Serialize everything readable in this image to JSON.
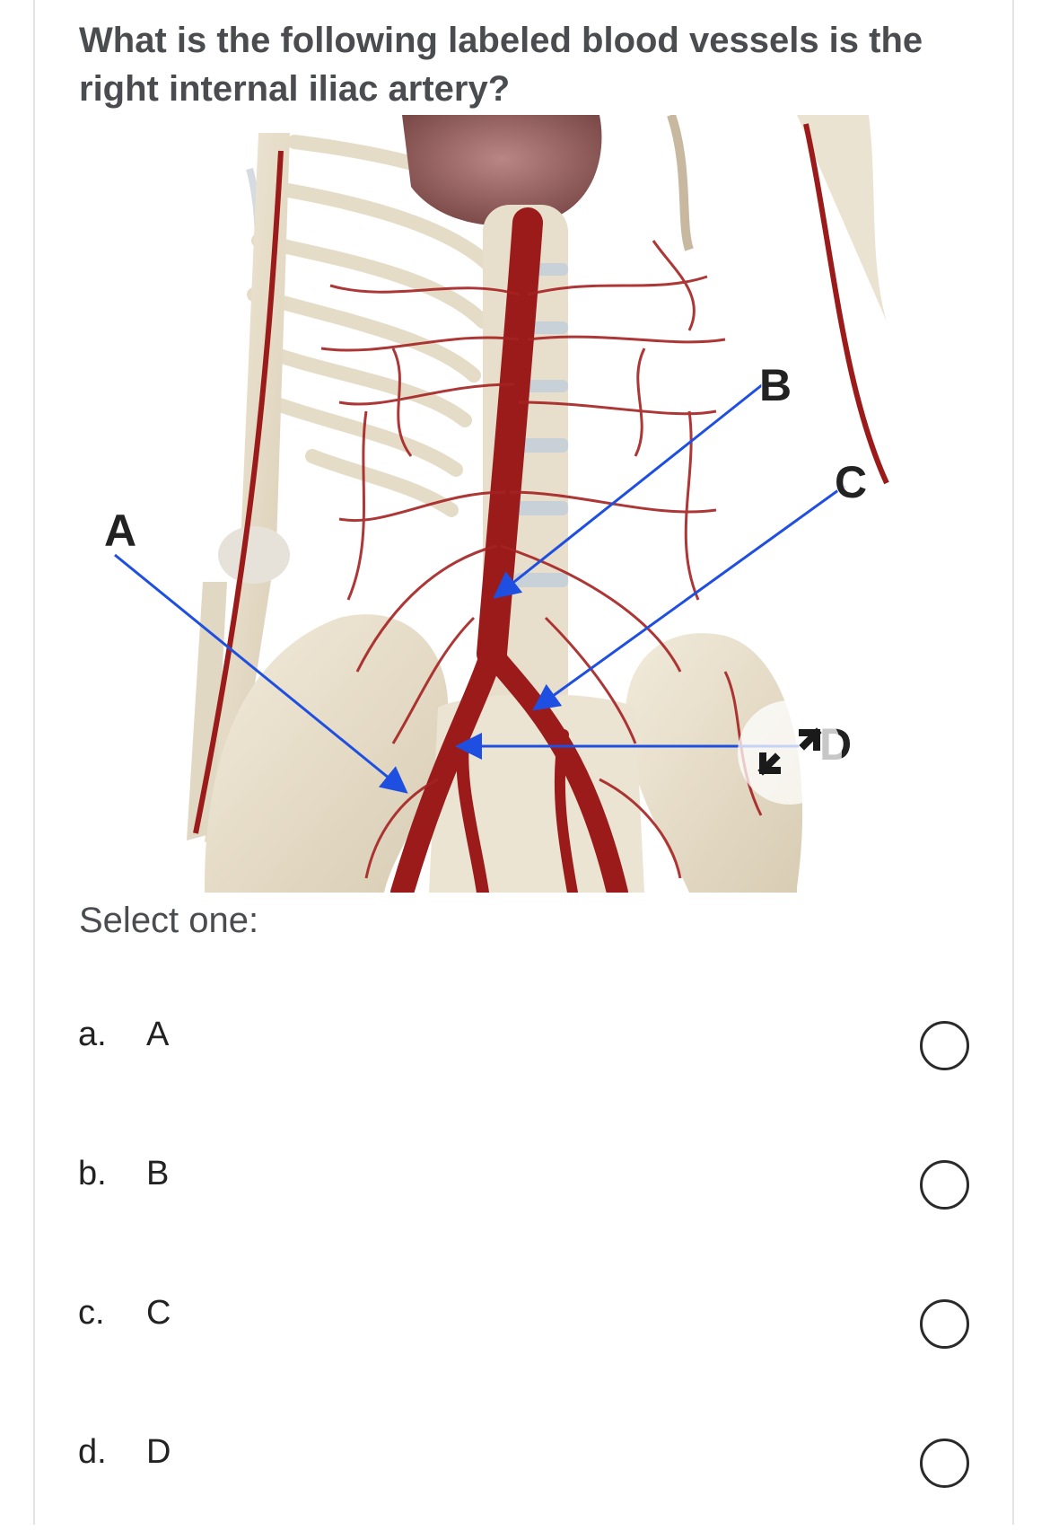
{
  "question": {
    "text": "What is the following labeled blood vessels is the right internal iliac artery?"
  },
  "figure": {
    "labels": [
      "A",
      "B",
      "C",
      "D"
    ],
    "icon": "expand-diagonal-arrows-icon",
    "colors": {
      "artery": "#9b1b1b",
      "bone": "#e8dfcc",
      "pointer_line": "#1f4fe0"
    }
  },
  "prompt": {
    "select_one": "Select one:"
  },
  "answers": [
    {
      "letter": "a.",
      "text": "A"
    },
    {
      "letter": "b.",
      "text": "B"
    },
    {
      "letter": "c.",
      "text": "C"
    },
    {
      "letter": "d.",
      "text": "D"
    }
  ]
}
